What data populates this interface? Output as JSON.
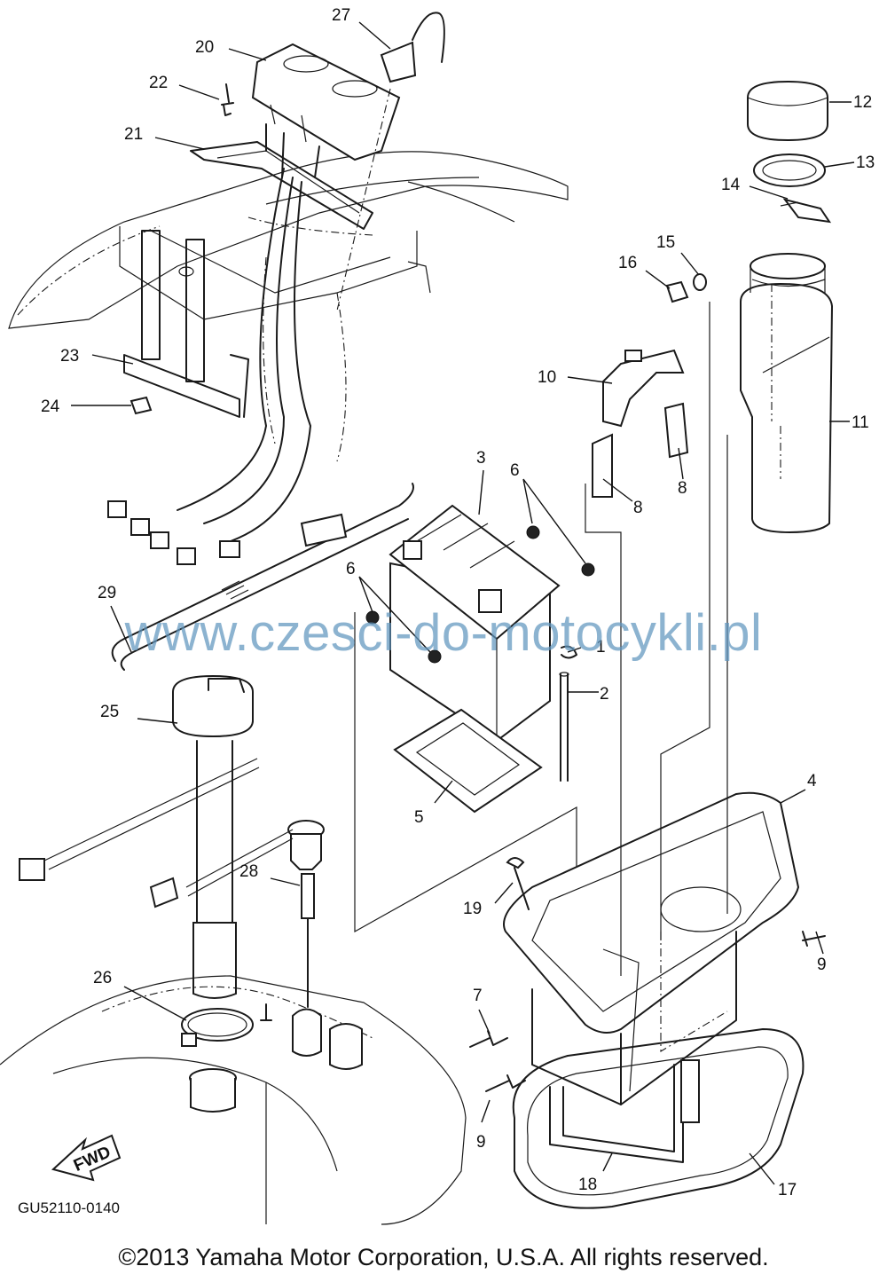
{
  "diagram": {
    "callouts": [
      {
        "label": "1"
      },
      {
        "label": "2"
      },
      {
        "label": "3"
      },
      {
        "label": "4"
      },
      {
        "label": "5"
      },
      {
        "label": "6"
      },
      {
        "label": "6"
      },
      {
        "label": "7"
      },
      {
        "label": "8"
      },
      {
        "label": "8"
      },
      {
        "label": "9"
      },
      {
        "label": "9"
      },
      {
        "label": "10"
      },
      {
        "label": "11"
      },
      {
        "label": "12"
      },
      {
        "label": "13"
      },
      {
        "label": "14"
      },
      {
        "label": "15"
      },
      {
        "label": "16"
      },
      {
        "label": "17"
      },
      {
        "label": "18"
      },
      {
        "label": "19"
      },
      {
        "label": "20"
      },
      {
        "label": "21"
      },
      {
        "label": "22"
      },
      {
        "label": "23"
      },
      {
        "label": "24"
      },
      {
        "label": "25"
      },
      {
        "label": "26"
      },
      {
        "label": "27"
      },
      {
        "label": "28"
      },
      {
        "label": "29"
      }
    ],
    "fwd_label": "FWD",
    "diagram_code": "GU52110-0140"
  },
  "watermark": "www.czesci-do-motocykli.pl",
  "copyright": "©2013 Yamaha Motor Corporation, U.S.A. All rights reserved."
}
